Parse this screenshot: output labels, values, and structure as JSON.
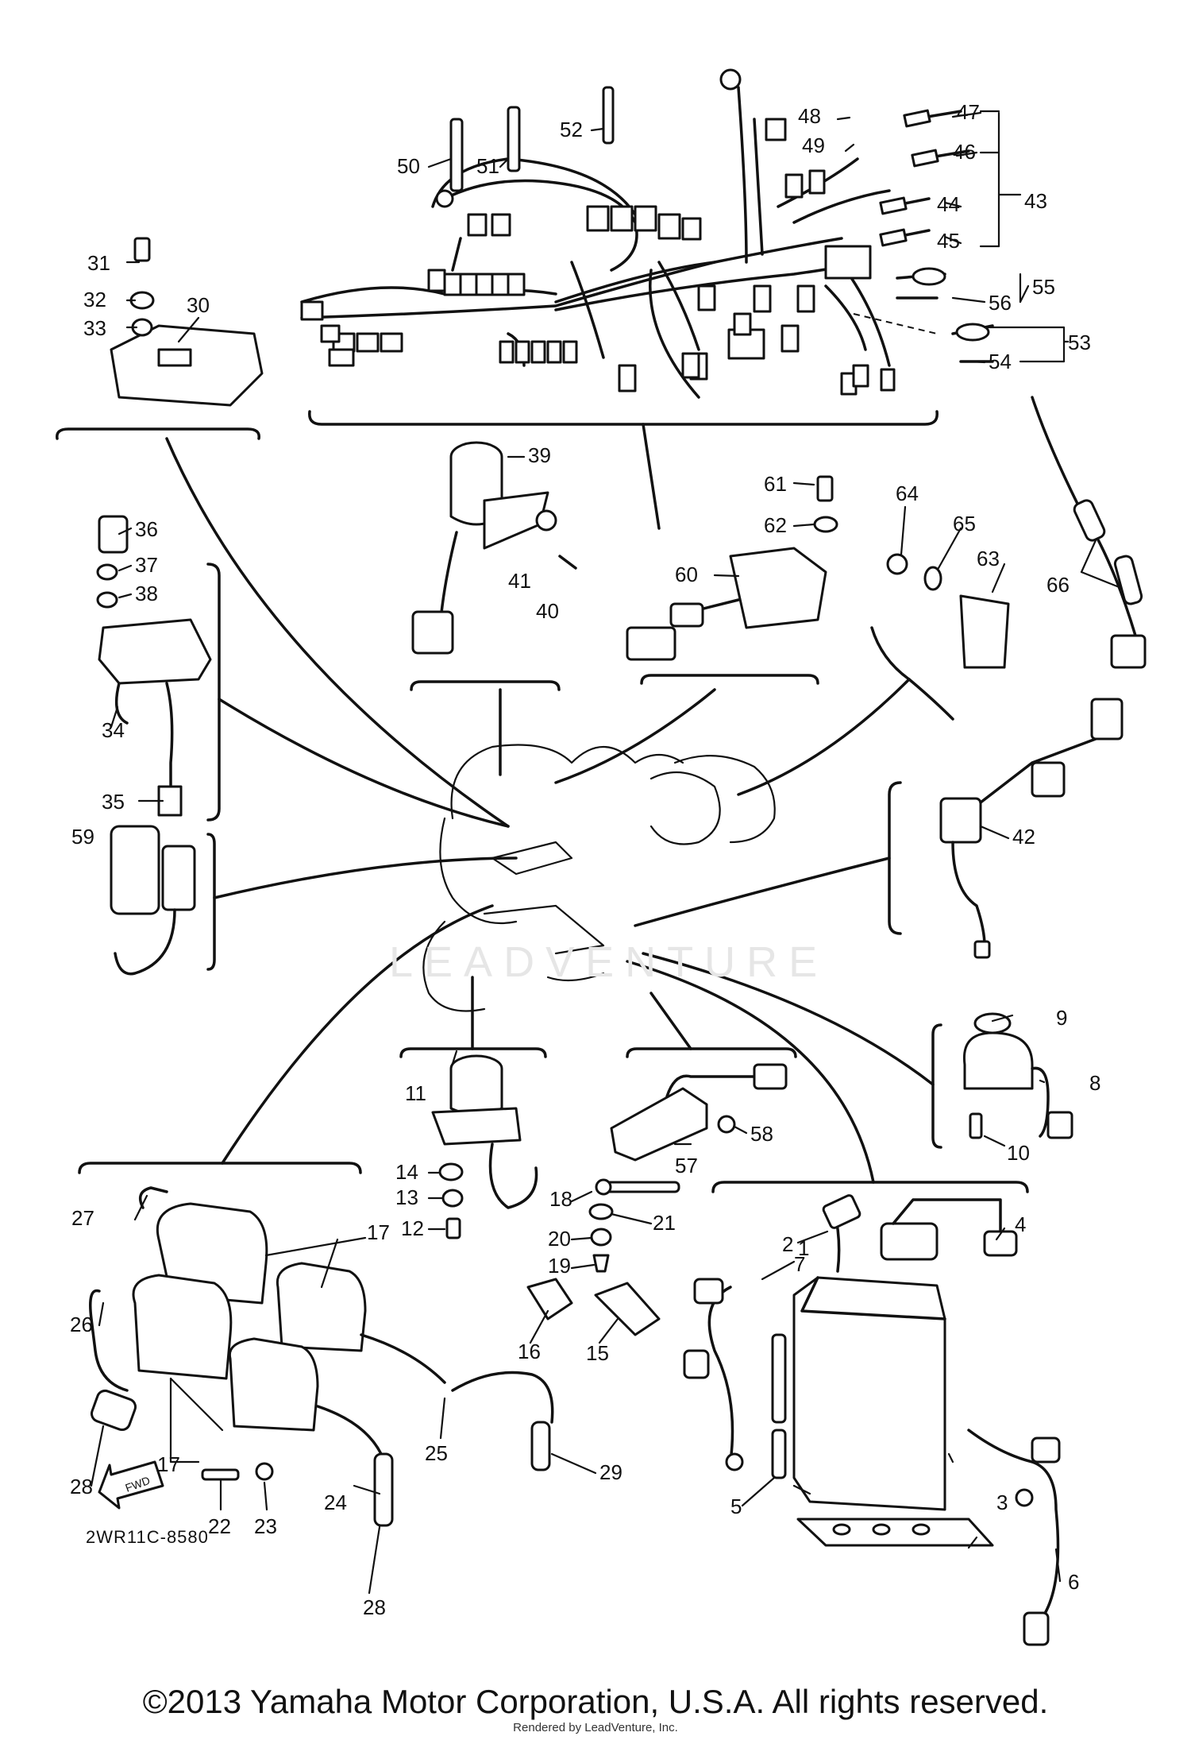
{
  "copyright": "©2013 Yamaha Motor Corporation, U.S.A. All rights reserved.",
  "rendered_by": "Rendered by LeadVenture, Inc.",
  "watermark": "LEADVENTURE",
  "drawing_code": "2WR11C-8580",
  "fwd_arrow_text": "FWD",
  "callouts": [
    "1",
    "2",
    "3",
    "4",
    "5",
    "6",
    "7",
    "8",
    "9",
    "10",
    "11",
    "12",
    "13",
    "14",
    "15",
    "16",
    "17",
    "18",
    "19",
    "20",
    "21",
    "22",
    "23",
    "24",
    "25",
    "26",
    "27",
    "28",
    "29",
    "30",
    "31",
    "32",
    "33",
    "34",
    "35",
    "36",
    "37",
    "38",
    "39",
    "40",
    "41",
    "42",
    "43",
    "44",
    "45",
    "46",
    "47",
    "48",
    "49",
    "50",
    "51",
    "52",
    "53",
    "54",
    "55",
    "56",
    "57",
    "58",
    "59",
    "60",
    "61",
    "62",
    "63",
    "64",
    "65",
    "66"
  ],
  "callout_17_repeat": "17",
  "callout_28_repeat": "28",
  "callout_49_label": "49"
}
